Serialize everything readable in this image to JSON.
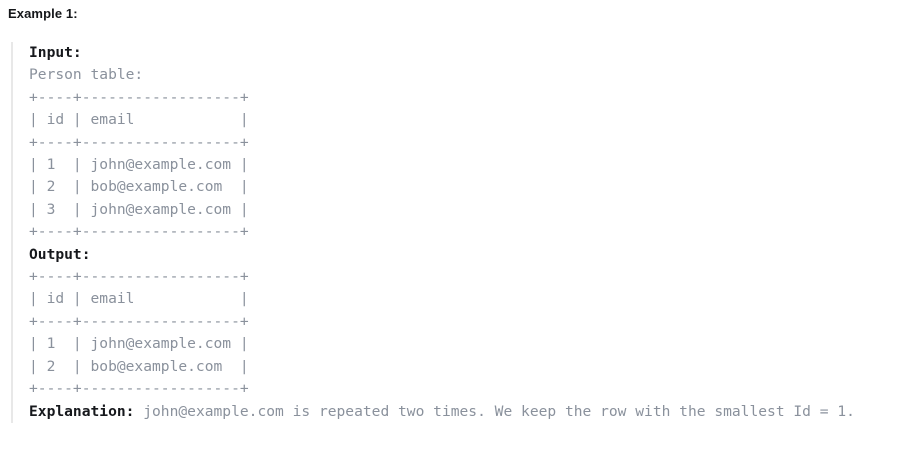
{
  "heading": "Example 1:",
  "example": {
    "input": {
      "label": "Input:",
      "caption": "Person table:",
      "table": [
        "+----+------------------+",
        "| id | email            |",
        "+----+------------------+",
        "| 1  | john@example.com |",
        "| 2  | bob@example.com  |",
        "| 3  | john@example.com |",
        "+----+------------------+"
      ]
    },
    "output": {
      "label": "Output:",
      "table": [
        "+----+------------------+",
        "| id | email            |",
        "+----+------------------+",
        "| 1  | john@example.com |",
        "| 2  | bob@example.com  |",
        "+----+------------------+"
      ]
    },
    "explanation": {
      "label": "Explanation:",
      "text": " john@example.com is repeated two times. We keep the row with the smallest Id = 1."
    }
  },
  "colors": {
    "text_muted": "#8a919c",
    "text_strong": "#16181c",
    "quote_border": "#e8e8e8",
    "background": "#ffffff"
  }
}
